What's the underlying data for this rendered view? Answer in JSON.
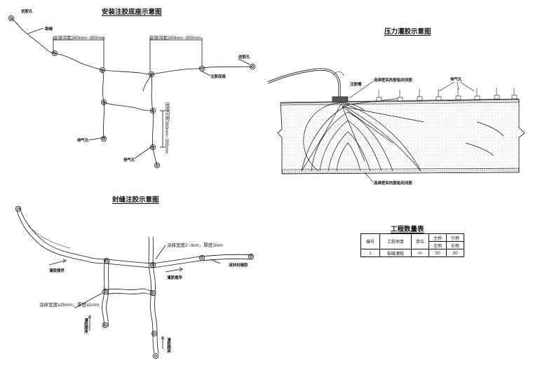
{
  "base_panel": {
    "title": "安装注胶底座示意图",
    "labels": {
      "drain_hole_top": "进胶孔",
      "crack": "裂缝",
      "spacing_left": "底座间距300mm~350mm",
      "spacing_right": "底座间距300mm~350mm",
      "drain_hole_right": "进胶孔",
      "injection_base": "注胶底座",
      "spacing_vertical": "底座间距300mm~350mm",
      "vent_hole_left": "排气孔",
      "vent_hole_bottom": "排气孔"
    }
  },
  "pressure_panel": {
    "title": "压力灌胶示意图",
    "labels": {
      "nozzle": "注胶嘴",
      "seal_top": "连续密实的胶粘封闭胶",
      "vent": "排气孔",
      "seal_bottom": "连续密实的胶粘封闭胶"
    }
  },
  "seal_panel": {
    "title": "封缝注胶示意图",
    "labels": {
      "order_left": "灌胶顺序",
      "width_top": "涂抹宽度2~3cm，厚度2mm",
      "order_mid": "灌胶顺序",
      "seal_glue": "涂抹封缝胶",
      "width_bottom": "涂抹宽度≥25mm，厚度≥1mm",
      "order_vertical_left": "灌胶顺序",
      "order_vertical_right": "灌胶顺序"
    }
  },
  "quantity_table": {
    "title": "工程数量表",
    "headers": {
      "no": "编号",
      "item": "工程项目",
      "unit": "单位",
      "main": "主桥",
      "approach": "引桥",
      "left_group": "左侧",
      "right_group": "右侧"
    },
    "rows": [
      {
        "no": "1",
        "item": "裂缝灌胶",
        "unit": "m",
        "main": "30",
        "approach": "30"
      }
    ]
  }
}
